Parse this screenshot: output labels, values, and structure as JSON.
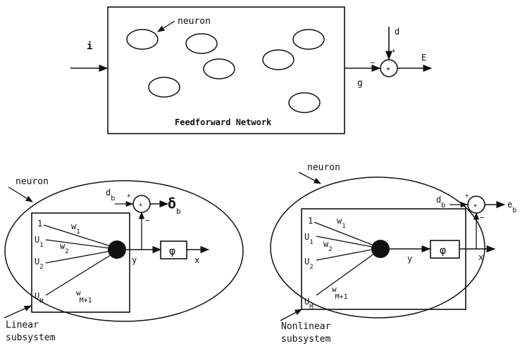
{
  "top": {
    "network_label": "Feedforward Network",
    "neuron_label": "neuron",
    "input_label": "i",
    "output_label": "g",
    "desired_label": "d",
    "error_label": "E",
    "plus_sign": "+",
    "minus_sign": "−",
    "sum_symbol": "+"
  },
  "left": {
    "neuron_label": "neuron",
    "subsystem_line1": "Linear",
    "subsystem_line2": "subsystem",
    "target": {
      "main": "d",
      "sub": "b"
    },
    "delta": {
      "main": "δ",
      "sub": "b"
    },
    "inputs": [
      {
        "main": "1",
        "sub": ""
      },
      {
        "main": "U",
        "sub": "1"
      },
      {
        "main": "U",
        "sub": "2"
      },
      {
        "main": "U",
        "sub": "M"
      }
    ],
    "weights": [
      {
        "main": "w",
        "sub": "1"
      },
      {
        "main": "w",
        "sub": "2"
      },
      {
        "main": "w",
        "sub": "M+1"
      }
    ],
    "phi_symbol": "φ",
    "y_label": "y",
    "x_label": "x",
    "plus_sign": "+",
    "minus_sign": "−",
    "sum_symbol": "+"
  },
  "right": {
    "neuron_label": "neuron",
    "subsystem_line1": "Nonlinear",
    "subsystem_line2": "subsystem",
    "target": {
      "main": "d",
      "sub": "b"
    },
    "error": {
      "main": "e",
      "sub": "b"
    },
    "inputs": [
      {
        "main": "1",
        "sub": ""
      },
      {
        "main": "U",
        "sub": "1"
      },
      {
        "main": "U",
        "sub": "2"
      },
      {
        "main": "U",
        "sub": "M"
      }
    ],
    "weights": [
      {
        "main": "w",
        "sub": "1"
      },
      {
        "main": "w",
        "sub": "2"
      },
      {
        "main": "w",
        "sub": "M+1"
      }
    ],
    "phi_symbol": "φ",
    "y_label": "y",
    "x_label": "x",
    "plus_sign": "+",
    "minus_sign": "−",
    "sum_symbol": "+"
  }
}
